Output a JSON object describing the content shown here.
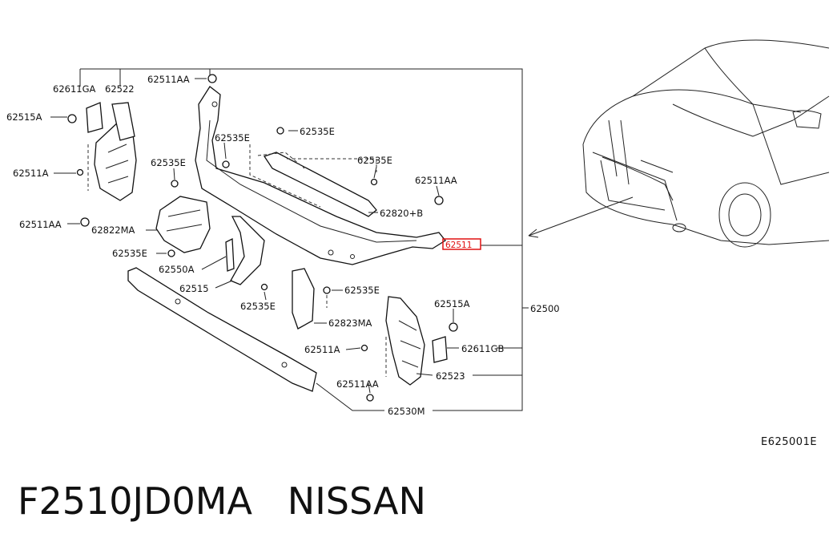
{
  "labels": {
    "l_62611GA": "62611GA",
    "l_62522": "62522",
    "l_62511AA_top": "62511AA",
    "l_62515A_left": "62515A",
    "l_62535E_a": "62535E",
    "l_62535E_b": "62535E",
    "l_62535E_c": "62535E",
    "l_62535E_d": "62535E",
    "l_62511A_left": "62511A",
    "l_62511AA_mid": "62511AA",
    "l_62820B": "62820+B",
    "l_62511AA_left": "62511AA",
    "l_62822MA": "62822MA",
    "l_62535E_e": "62535E",
    "l_62511_hl": "62511",
    "l_62550A": "62550A",
    "l_62515": "62515",
    "l_62535E_f": "62535E",
    "l_62535E_g": "62535E",
    "l_62515A_right": "62515A",
    "l_62500": "62500",
    "l_62823MA": "62823MA",
    "l_62511A_right": "62511A",
    "l_62611GB": "62611GB",
    "l_62523": "62523",
    "l_62511AA_bottom": "62511AA",
    "l_62530M": "62530M"
  },
  "diagram_code": "E625001E",
  "caption": "F2510JD0MA   NISSAN",
  "colors": {
    "highlight": "#e01010",
    "line": "#222222"
  }
}
